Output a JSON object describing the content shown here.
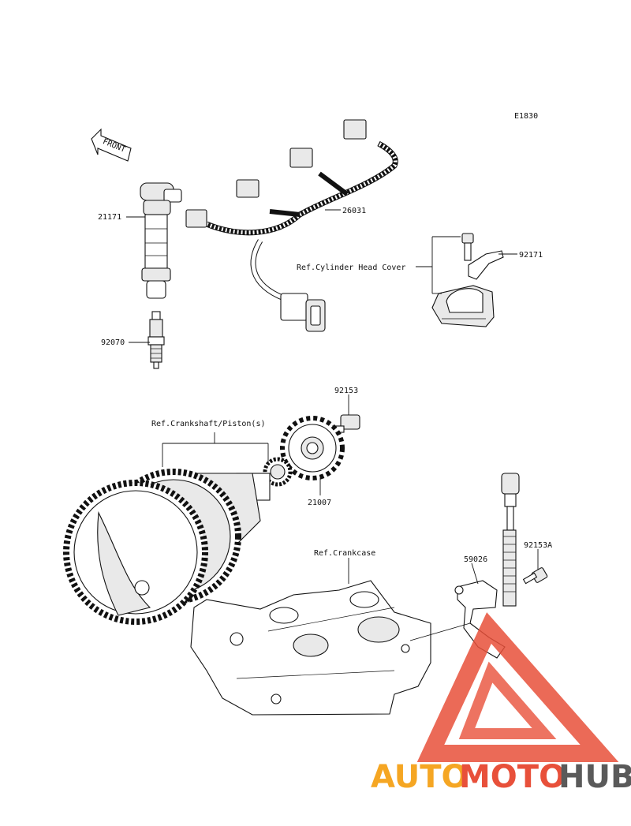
{
  "diagram": {
    "code": "E1830",
    "front_label": "FRONT",
    "parts": {
      "ignition_coil": "21171",
      "spark_plug": "92070",
      "wire_harness": "26031",
      "clamp": "92171",
      "bolt_upper": "92153",
      "bolt_lower": "92153A",
      "rotor": "21007",
      "sensor": "59026"
    },
    "references": {
      "cylinder_head_cover": "Ref.Cylinder Head Cover",
      "crankshaft": "Ref.Crankshaft/Piston(s)",
      "crankcase": "Ref.Crankcase"
    }
  },
  "watermark": {
    "part1": "AUTO",
    "part2": "MOTO",
    "part3": "HUB",
    "color_orange": "#f5a623",
    "color_red": "#e8503a",
    "color_gray": "#5a5a5a"
  }
}
